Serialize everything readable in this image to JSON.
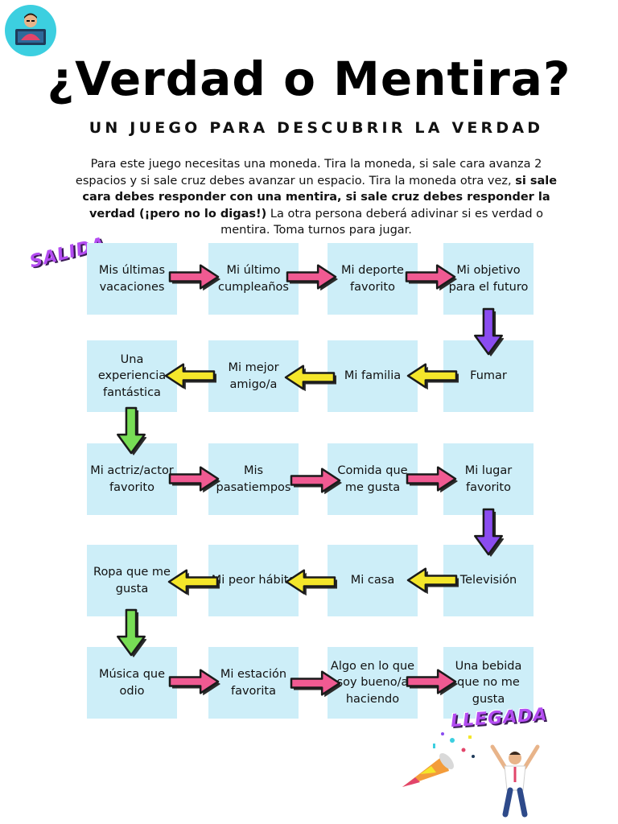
{
  "title": "¿Verdad o Mentira?",
  "subtitle": "UN JUEGO PARA DESCUBRIR LA VERDAD",
  "instructions": {
    "part1": "Para este juego necesitas una moneda. Tira la moneda, si sale cara avanza 2 espacios y si sale cruz debes avanzar un espacio. Tira la moneda otra vez, ",
    "bold": "si sale cara debes responder con una mentira, si sale cruz debes responder la verdad (¡pero no lo digas!)",
    "part2": " La otra persona deberá adivinar si es verdad o mentira. Toma turnos para jugar."
  },
  "start_label": "SALIDA",
  "finish_label": "LLEGADA",
  "board": {
    "row1": [
      "Mis últimas vacaciones",
      "Mi último cumpleaños",
      "Mi deporte favorito",
      "Mi objetivo para el futuro"
    ],
    "row2": [
      "Una experiencia fantástica",
      "Mi mejor amigo/a",
      "Mi familia",
      "Fumar"
    ],
    "row3": [
      "Mi actriz/actor favorito",
      "Mis pasatiempos",
      "Comida que me gusta",
      "Mi lugar favorito"
    ],
    "row4": [
      "Ropa que me gusta",
      "Mi peor hábito",
      "Mi casa",
      "Televisión"
    ],
    "row5": [
      "Música que odio",
      "Mi estación favorita",
      "Algo en lo que soy bueno/a haciendo",
      "Una bebida que no me gusta"
    ]
  },
  "colors": {
    "cell": "#cdeef8",
    "arrow_right": "#f05a92",
    "arrow_left": "#f4e62a",
    "arrow_down_purple": "#8a4cf0",
    "arrow_down_green": "#77dd55",
    "sticker": "#b44cf2"
  },
  "icons": [
    "presenter-logo-icon",
    "party-popper-icon",
    "celebrating-person-icon"
  ]
}
